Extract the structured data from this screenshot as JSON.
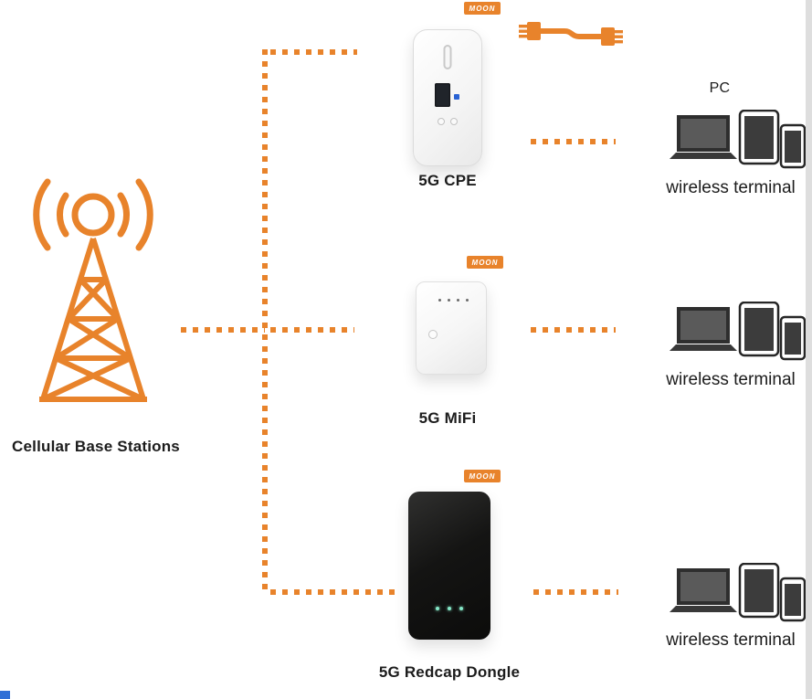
{
  "diagram": {
    "base_station_label": "Cellular Base Stations",
    "devices": [
      {
        "name": "5G CPE",
        "badge": "MOON"
      },
      {
        "name": "5G MiFi",
        "badge": "MOON"
      },
      {
        "name": "5G Redcap Dongle",
        "badge": "MOON"
      }
    ],
    "terminals": [
      {
        "title": "PC",
        "label": "wireless terminal"
      },
      {
        "title": "",
        "label": "wireless terminal"
      },
      {
        "title": "",
        "label": "wireless terminal"
      }
    ],
    "icons": {
      "cell-tower-icon": "orange lattice radio tower with broadcast waves",
      "ethernet-cable-icon": "orange ethernet patch cable with two connectors",
      "laptop-icon": "dark laptop",
      "tablet-icon": "tablet with dark screen",
      "smartphone-icon": "smartphone with dark screen"
    },
    "colors": {
      "accent_orange": "#E8832B",
      "device_black": "#141413",
      "led_green": "#86E8C8",
      "led_blue": "#2A63D4",
      "text_dark": "#1C1C1C"
    }
  }
}
